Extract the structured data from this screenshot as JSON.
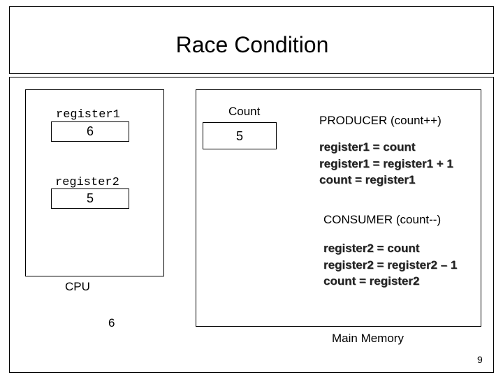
{
  "title": "Race Condition",
  "cpu": {
    "label": "CPU",
    "register1": {
      "label": "register1",
      "value": "6"
    },
    "register2": {
      "label": "register2",
      "value": "5"
    },
    "extra_value": "6"
  },
  "memory": {
    "label": "Main Memory",
    "count_label": "Count",
    "count_value": "5",
    "producer": {
      "heading": "PRODUCER (count++)",
      "lines": [
        "register1 = count",
        "register1 = register1 + 1",
        "count = register1"
      ]
    },
    "consumer": {
      "heading": "CONSUMER (count--)",
      "lines": [
        "register2 = count",
        "register2 = register2 – 1",
        "count = register2"
      ]
    }
  },
  "page_number": "9"
}
